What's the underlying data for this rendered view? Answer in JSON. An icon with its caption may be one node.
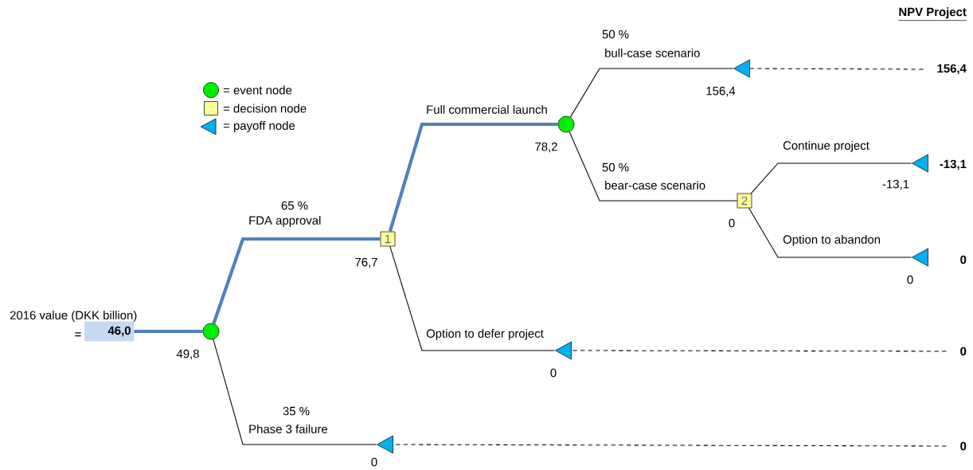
{
  "diagram": {
    "nodes": [
      {
        "text": [
          "46,0"
        ],
        "beside": [
          "2016 value (DKK billion)",
          "="
        ]
      },
      {
        "text": [],
        "shape": "circle",
        "beside": [
          "49,8"
        ]
      },
      {
        "text": [
          "1"
        ],
        "beside": [
          "76,7"
        ]
      },
      {
        "text": [],
        "shape": "circle",
        "beside": [
          "78,2"
        ]
      },
      {
        "text": [],
        "shape": "triangle",
        "beside": [
          "156,4"
        ]
      },
      {
        "text": [
          "2"
        ],
        "beside": [
          "0"
        ]
      },
      {
        "text": [],
        "shape": "triangle",
        "beside": [
          "-13,1"
        ]
      },
      {
        "text": [],
        "shape": "triangle",
        "beside": [
          "0"
        ]
      },
      {
        "text": [],
        "shape": "triangle",
        "beside": [
          "0"
        ]
      },
      {
        "text": [],
        "shape": "triangle",
        "beside": [
          "0"
        ]
      },
      {
        "text": [
          "156,4"
        ]
      },
      {
        "text": [
          "0"
        ]
      },
      {
        "text": [
          "0"
        ]
      }
    ],
    "edges": [
      {
        "from": 0,
        "to": 1,
        "arrow": "none",
        "style": "thick",
        "color": "#4f81bd"
      },
      {
        "from": 1,
        "to": 2,
        "arrow": "none",
        "label": "FDA approval",
        "style": "thick",
        "color": "#4f81bd"
      },
      {
        "from": 1,
        "to": 9,
        "arrow": "none",
        "label": "Phase 3 failure"
      },
      {
        "from": 2,
        "to": 3,
        "arrow": "none",
        "label": "Full commercial launch",
        "style": "thick",
        "color": "#4f81bd"
      },
      {
        "from": 2,
        "to": 8,
        "arrow": "none",
        "label": "Option to defer project"
      },
      {
        "from": 3,
        "to": 4,
        "arrow": "none",
        "label": "bull-case scenario"
      },
      {
        "from": 3,
        "to": 5,
        "arrow": "none",
        "label": "bear-case scenario"
      },
      {
        "from": 5,
        "to": 6,
        "arrow": "none",
        "label": "Continue project"
      },
      {
        "from": 5,
        "to": 7,
        "arrow": "none",
        "label": "Option to abandon"
      },
      {
        "from": 10,
        "to": 4,
        "arrow": "none",
        "style": "dashed"
      },
      {
        "from": 11,
        "to": 8,
        "arrow": "none",
        "style": "dashed"
      },
      {
        "from": 12,
        "to": 9,
        "arrow": "none",
        "style": "dashed"
      }
    ],
    "labels": [
      "NPV Project",
      "50 %",
      "-13,1",
      "50 %",
      "65 %",
      "0",
      "35 %"
    ],
    "legend": [
      {
        "text": "= event node"
      },
      {
        "text": "= decision node"
      },
      {
        "text": "= payoff node"
      }
    ]
  }
}
